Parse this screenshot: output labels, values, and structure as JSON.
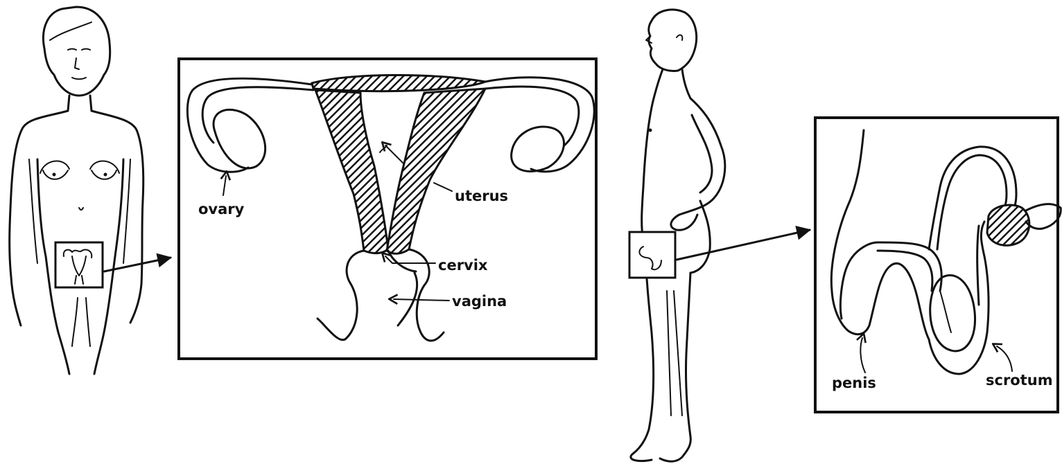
{
  "female_diagram": {
    "labels": {
      "ovary": "ovary",
      "uterus": "uterus",
      "cervix": "cervix",
      "vagina": "vagina"
    }
  },
  "male_diagram": {
    "labels": {
      "penis": "penis",
      "scrotum": "scrotum"
    }
  },
  "colors": {
    "ink": "#111111",
    "background": "#ffffff"
  }
}
